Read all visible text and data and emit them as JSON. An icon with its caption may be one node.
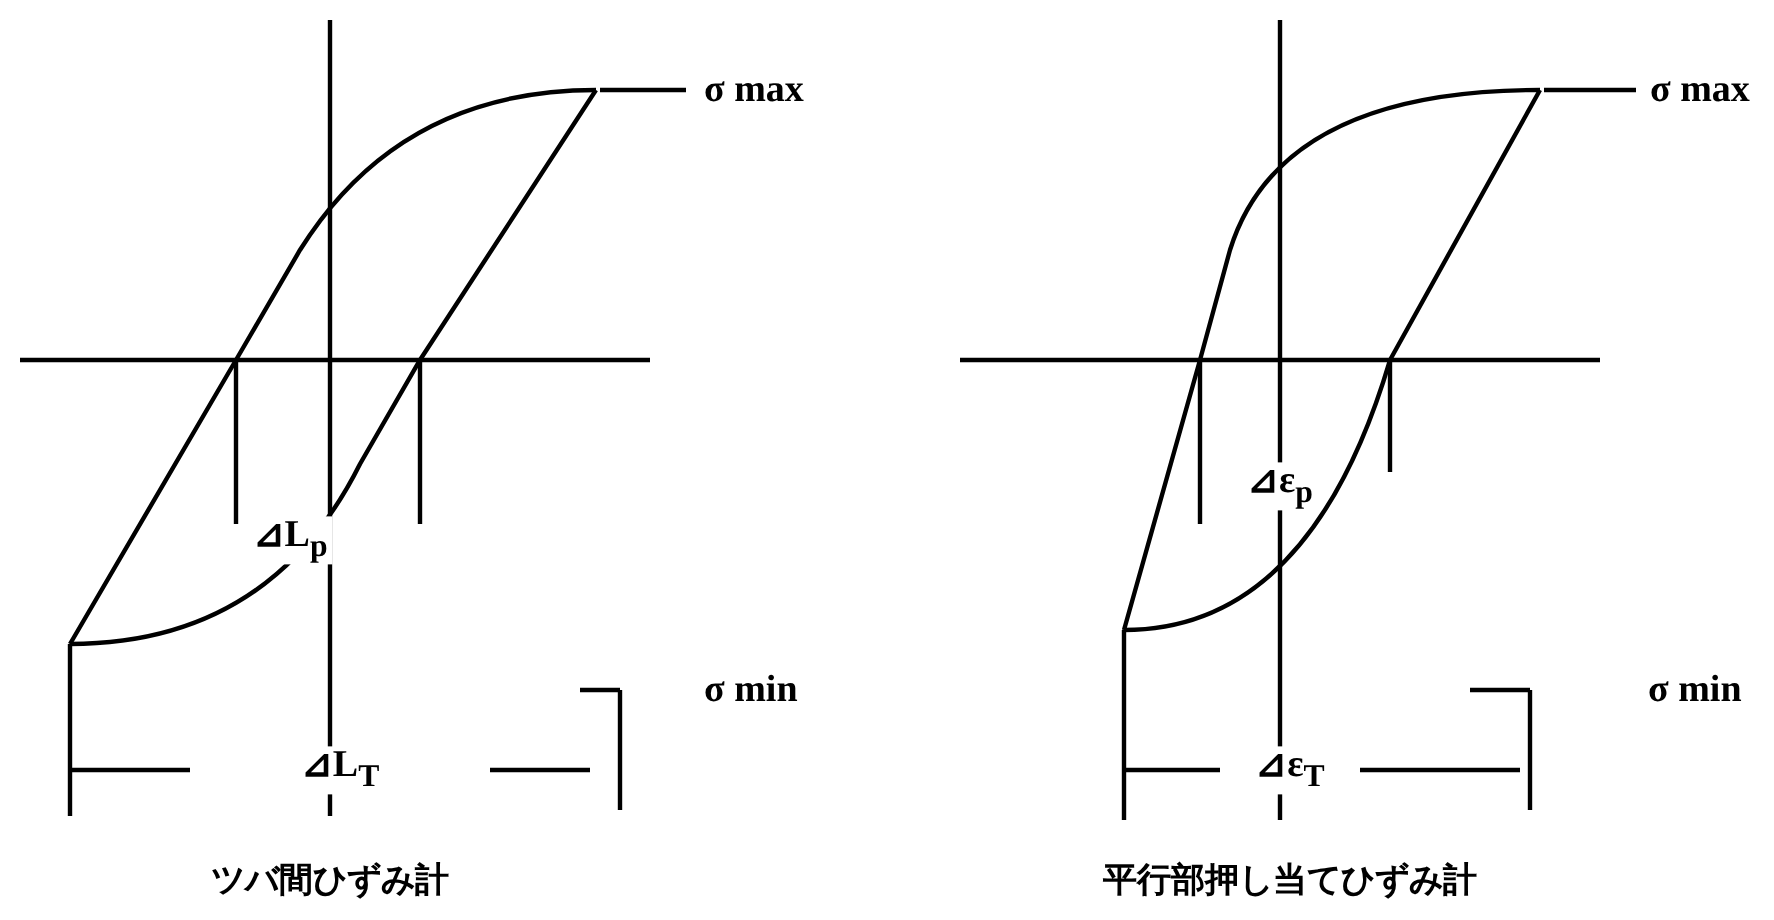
{
  "diagram": {
    "labels": [
      "σ max",
      "σ max",
      "⊿L$_{p}$",
      "⊿ε$_{p}$",
      "σ min",
      "σ min",
      "⊿L$_{T}$",
      "⊿ε$_{T}$",
      "ツバ間ひずみ計",
      "平行部押し当てひずみ計"
    ]
  }
}
